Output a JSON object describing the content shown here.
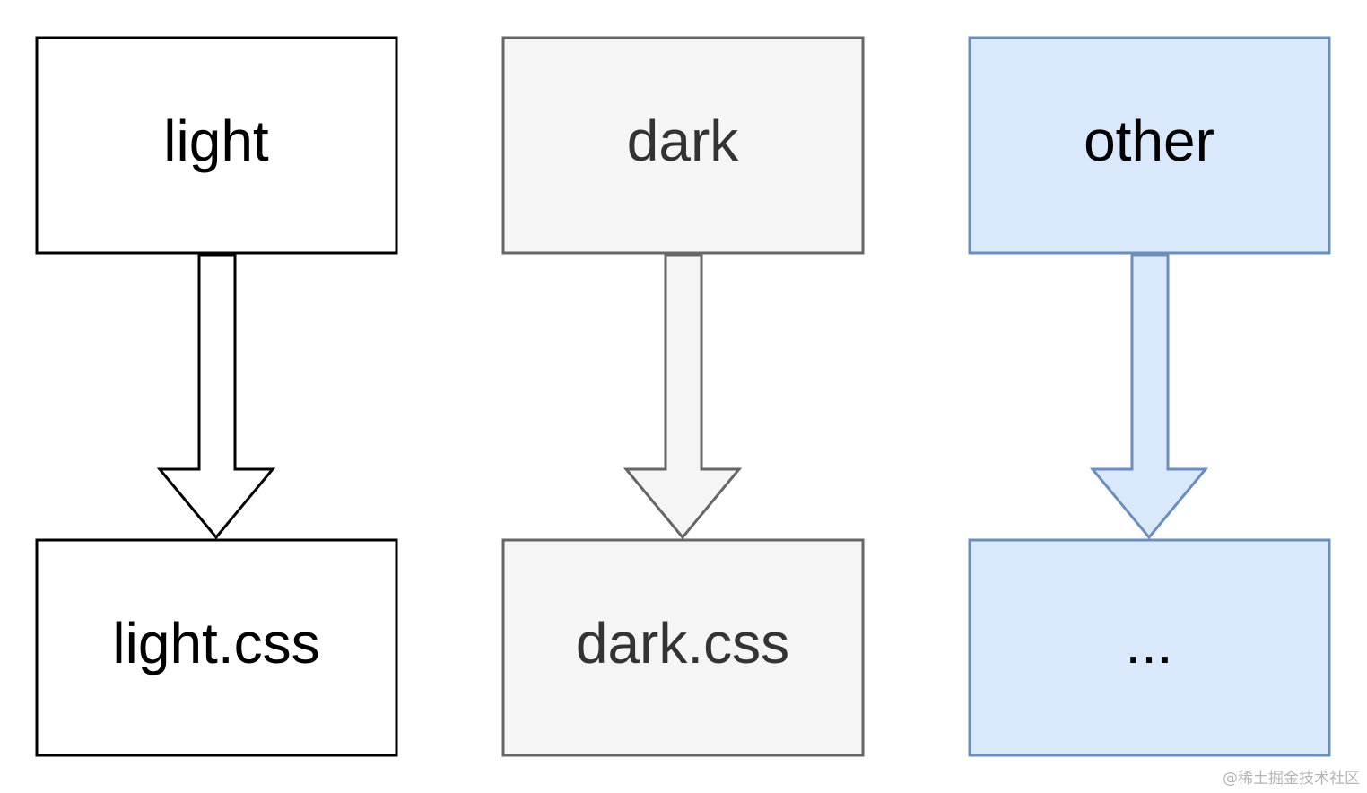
{
  "columns": [
    {
      "id": "light",
      "source_label": "light",
      "target_label": "light.css",
      "fill": "#ffffff",
      "stroke": "#000000",
      "text_color": "#000000"
    },
    {
      "id": "dark",
      "source_label": "dark",
      "target_label": "dark.css",
      "fill": "#f5f5f5",
      "stroke": "#666666",
      "text_color": "#333333"
    },
    {
      "id": "other",
      "source_label": "other",
      "target_label": "...",
      "fill": "#dae8fc",
      "stroke": "#6c8ebf",
      "text_color": "#000000"
    }
  ],
  "watermark": "@稀土掘金技术社区"
}
